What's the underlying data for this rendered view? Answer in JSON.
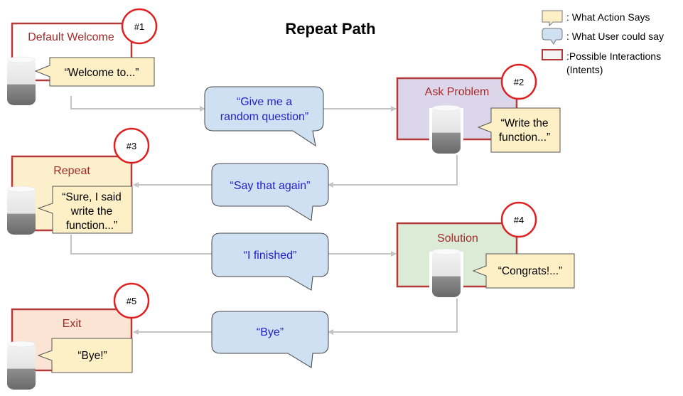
{
  "title": "Repeat Path",
  "legend": {
    "action_label": ": What Action Says",
    "user_label": ": What User could say",
    "intent_label_1": ":Possible Interactions",
    "intent_label_2": "(Intents)"
  },
  "intents": [
    {
      "badge": "#1",
      "name": "Default Welcome",
      "says": [
        "“Welcome to...”"
      ]
    },
    {
      "badge": "#2",
      "name": "Ask Problem",
      "says": [
        "“Write the",
        "function...”"
      ]
    },
    {
      "badge": "#3",
      "name": "Repeat",
      "says": [
        "“Sure, I said",
        "write the",
        "function...”"
      ]
    },
    {
      "badge": "#4",
      "name": "Solution",
      "says": [
        "“Congrats!...”"
      ]
    },
    {
      "badge": "#5",
      "name": "Exit",
      "says": [
        "“Bye!”"
      ]
    }
  ],
  "user_utterances": [
    [
      "“Give me a",
      "random question”"
    ],
    [
      "“Say that again”"
    ],
    [
      "“I finished”"
    ],
    [
      "“Bye”"
    ]
  ],
  "colors": {
    "intent_border": "#b23a3a",
    "badge_border": "#e02020",
    "action_fill": "#fdefc6",
    "user_fill": "#cfe0f3",
    "welcome_fill": "#ffffff",
    "ask_fill": "#dcd6ea",
    "repeat_fill": "#fcefcb",
    "solution_fill": "#dcebd5",
    "exit_fill": "#fbe4d3"
  }
}
